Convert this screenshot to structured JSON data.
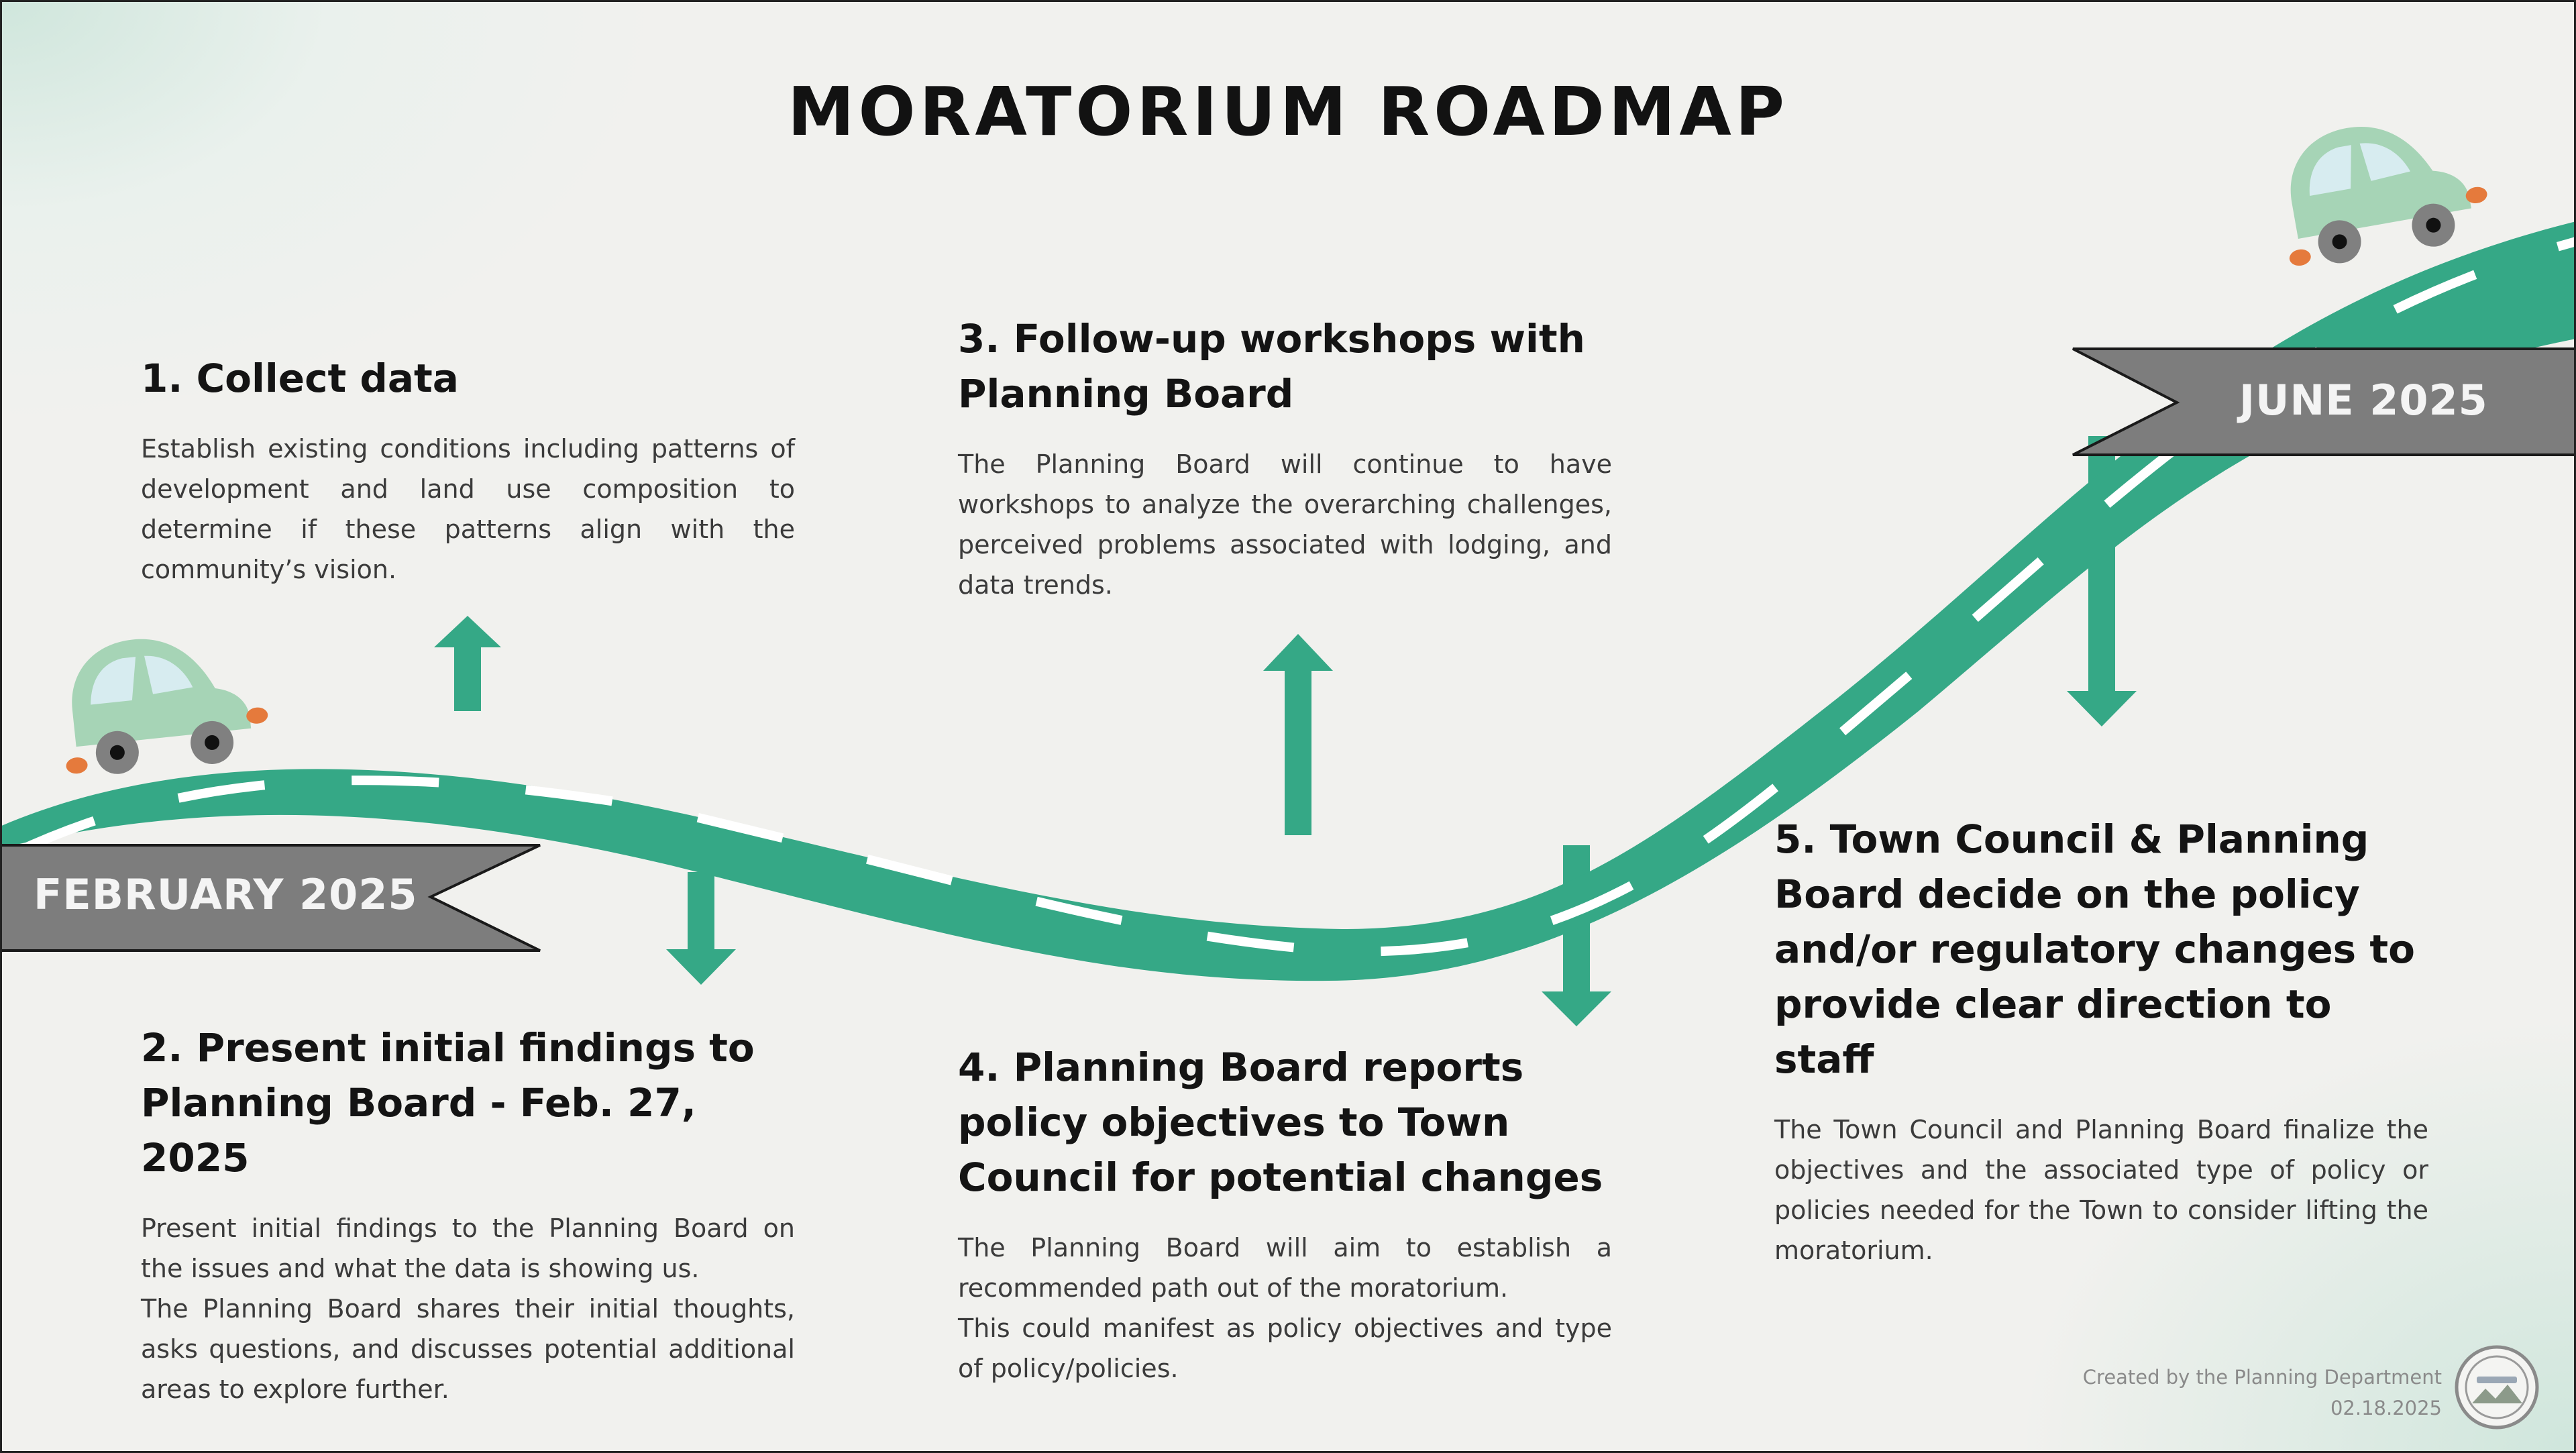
{
  "title": "MORATORIUM ROADMAP",
  "timeline": {
    "start_label": "FEBRUARY 2025",
    "end_label": "JUNE 2025"
  },
  "steps": [
    {
      "heading": "1. Collect data",
      "body": "Establish existing conditions including patterns of development and land use composition to determine if these patterns align with the community’s vision."
    },
    {
      "heading": "2. Present initial findings to Planning Board - Feb. 27, 2025",
      "body": "Present initial findings to the Planning Board on the issues and what the data is showing us.",
      "body2": "The Planning Board shares their initial thoughts, asks questions, and discusses potential additional areas to explore further."
    },
    {
      "heading": "3. Follow-up workshops with Planning Board",
      "body": "The Planning Board will continue to have workshops to analyze the overarching challenges, perceived problems associated with lodging, and data trends."
    },
    {
      "heading": "4. Planning Board reports policy objectives to Town Council for potential changes",
      "body": "The Planning Board will aim to establish a recommended path out of the moratorium.",
      "body2": "This could manifest as policy objectives and type of policy/policies."
    },
    {
      "heading": "5. Town Council & Planning Board decide on the policy and/or regulatory changes to provide clear direction to staff",
      "body": "The Town Council and Planning Board finalize the objectives and the associated type of policy or policies needed for the Town to consider lifting the moratorium."
    }
  ],
  "credit": {
    "line1": "Created by the Planning Department",
    "line2": "02.18.2025"
  },
  "icons": {
    "car": "car-icon",
    "arrow_up": "arrow-up-icon",
    "arrow_down": "arrow-down-icon",
    "seal": "town-seal-icon"
  },
  "colors": {
    "road": "#35a886",
    "road_dash": "#ffffff",
    "car_body": "#a6d4b6",
    "car_window": "#d7ecf0",
    "car_light": "#e57a3c",
    "banner": "#7d7d7d",
    "background": "#f1f1ee"
  }
}
